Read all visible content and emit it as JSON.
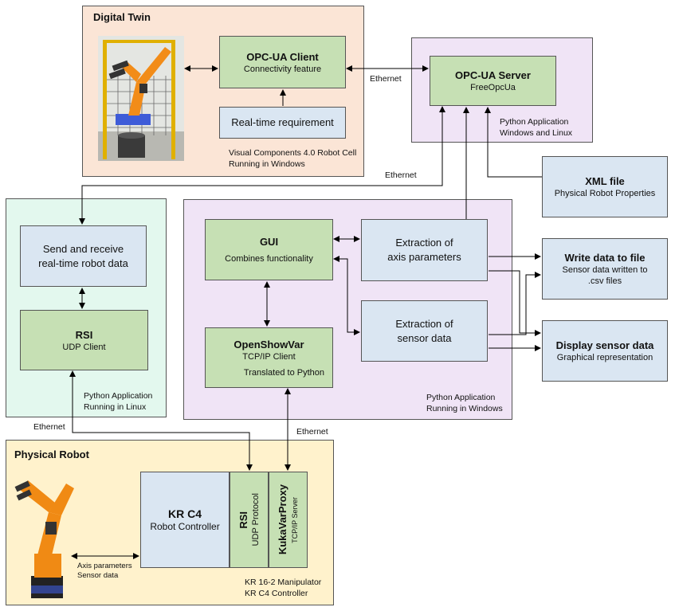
{
  "colors": {
    "digital_twin_bg": "#fbe5d6",
    "server_bg": "#f0e4f6",
    "linux_bg": "#e3f8ee",
    "windows_bg": "#f0e4f6",
    "physical_bg": "#fff2cc",
    "box_green": "#c6e0b4",
    "box_blue": "#dae6f2"
  },
  "digital_twin": {
    "title": "Digital Twin",
    "opcua_client": {
      "title": "OPC-UA Client",
      "subtitle": "Connectivity feature"
    },
    "realtime": {
      "label": "Real-time requirement"
    },
    "note": "Visual Components 4.0 Robot Cell\nRunning in Windows"
  },
  "opcua_server": {
    "title": "OPC-UA Server",
    "subtitle": "FreeOpcUa",
    "note": "Python Application\nWindows and Linux"
  },
  "xml_file": {
    "title": "XML file",
    "subtitle": "Physical Robot Properties"
  },
  "linux_app": {
    "send_receive": "Send and receive\nreal-time robot data",
    "rsi": {
      "title": "RSI",
      "subtitle": "UDP Client"
    },
    "note": "Python Application\nRunning in Linux"
  },
  "windows_app": {
    "gui": {
      "title": "GUI",
      "subtitle": "Combines functionality"
    },
    "axis": "Extraction of\naxis parameters",
    "sensor": "Extraction of\nsensor data",
    "openshowvar": {
      "title": "OpenShowVar",
      "subtitle": "TCP/IP Client",
      "extra": "Translated to Python"
    },
    "note": "Python Application\nRunning in Windows"
  },
  "write_data": {
    "title": "Write data to file",
    "subtitle": "Sensor data written to\n.csv files"
  },
  "display_data": {
    "title": "Display sensor data",
    "subtitle": "Graphical representation"
  },
  "physical_robot": {
    "title": "Physical Robot",
    "krc4": {
      "title": "KR C4",
      "subtitle": "Robot Controller"
    },
    "rsi": {
      "title": "RSI",
      "subtitle": "UDP Protocol"
    },
    "kukavarproxy": {
      "title": "KukaVarProxy",
      "subtitle": "TCP/IP Server"
    },
    "arrow_label": "Axis parameters\nSensor data",
    "note": "KR 16-2 Manipulator\nKR C4 Controller"
  },
  "ethernet_labels": [
    "Ethernet",
    "Ethernet",
    "Ethernet",
    "Ethernet"
  ]
}
